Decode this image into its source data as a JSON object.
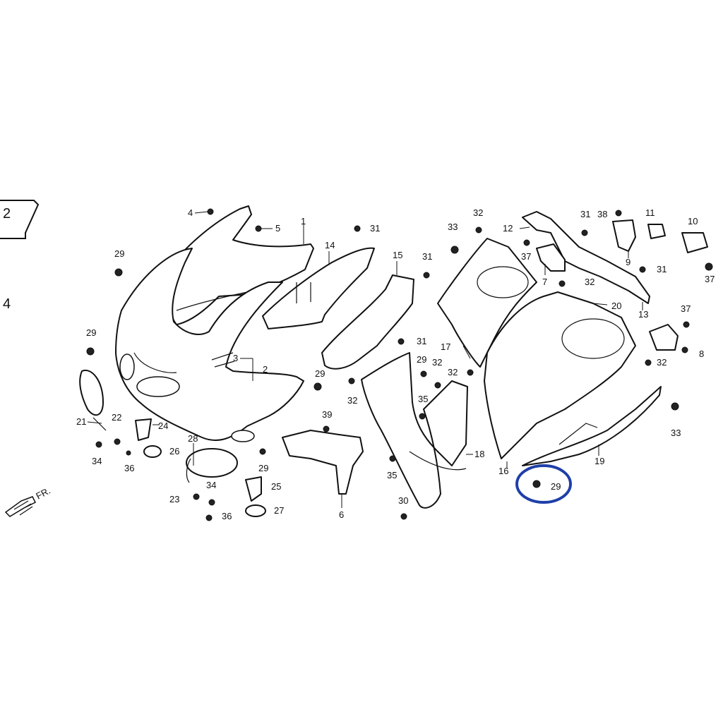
{
  "page": {
    "side_labels": {
      "box": "2",
      "left": "4"
    },
    "front_indicator": "FR."
  },
  "diagram": {
    "highlight_color": "#1f3fa8",
    "line_color": "#111111",
    "callouts": [
      {
        "id": "c4",
        "text": "4"
      },
      {
        "id": "c5",
        "text": "5"
      },
      {
        "id": "c1",
        "text": "1"
      },
      {
        "id": "c31a",
        "text": "31"
      },
      {
        "id": "c14",
        "text": "14"
      },
      {
        "id": "c15",
        "text": "15"
      },
      {
        "id": "c31b",
        "text": "31"
      },
      {
        "id": "c29a",
        "text": "29"
      },
      {
        "id": "c29b",
        "text": "29"
      },
      {
        "id": "c3",
        "text": "3"
      },
      {
        "id": "c2",
        "text": "2"
      },
      {
        "id": "c31c",
        "text": "31"
      },
      {
        "id": "c29c",
        "text": "29"
      },
      {
        "id": "c32a",
        "text": "32"
      },
      {
        "id": "c39",
        "text": "39"
      },
      {
        "id": "c21",
        "text": "21"
      },
      {
        "id": "c22",
        "text": "22"
      },
      {
        "id": "c24",
        "text": "24"
      },
      {
        "id": "c34a",
        "text": "34"
      },
      {
        "id": "c36a",
        "text": "36"
      },
      {
        "id": "c26",
        "text": "26"
      },
      {
        "id": "c28",
        "text": "28"
      },
      {
        "id": "c29d",
        "text": "29"
      },
      {
        "id": "c23",
        "text": "23"
      },
      {
        "id": "c34b",
        "text": "34"
      },
      {
        "id": "c36b",
        "text": "36"
      },
      {
        "id": "c25",
        "text": "25"
      },
      {
        "id": "c27",
        "text": "27"
      },
      {
        "id": "c6",
        "text": "6"
      },
      {
        "id": "c35a",
        "text": "35"
      },
      {
        "id": "c30",
        "text": "30"
      },
      {
        "id": "c35b",
        "text": "35"
      },
      {
        "id": "c18",
        "text": "18"
      },
      {
        "id": "c29e",
        "text": "29"
      },
      {
        "id": "c32b",
        "text": "32"
      },
      {
        "id": "c32c",
        "text": "32"
      },
      {
        "id": "c17",
        "text": "17"
      },
      {
        "id": "c33a",
        "text": "33"
      },
      {
        "id": "c32d",
        "text": "32"
      },
      {
        "id": "c12",
        "text": "12"
      },
      {
        "id": "c37a",
        "text": "37"
      },
      {
        "id": "c7",
        "text": "7"
      },
      {
        "id": "c31d",
        "text": "31"
      },
      {
        "id": "c38",
        "text": "38"
      },
      {
        "id": "c11",
        "text": "11"
      },
      {
        "id": "c9",
        "text": "9"
      },
      {
        "id": "c31e",
        "text": "31"
      },
      {
        "id": "c10",
        "text": "10"
      },
      {
        "id": "c37b",
        "text": "37"
      },
      {
        "id": "c13",
        "text": "13"
      },
      {
        "id": "c32e",
        "text": "32"
      },
      {
        "id": "c20",
        "text": "20"
      },
      {
        "id": "c37c",
        "text": "37"
      },
      {
        "id": "c8",
        "text": "8"
      },
      {
        "id": "c32f",
        "text": "32"
      },
      {
        "id": "c33b",
        "text": "33"
      },
      {
        "id": "c16",
        "text": "16"
      },
      {
        "id": "c19",
        "text": "19"
      },
      {
        "id": "c29f",
        "text": "29"
      }
    ]
  }
}
